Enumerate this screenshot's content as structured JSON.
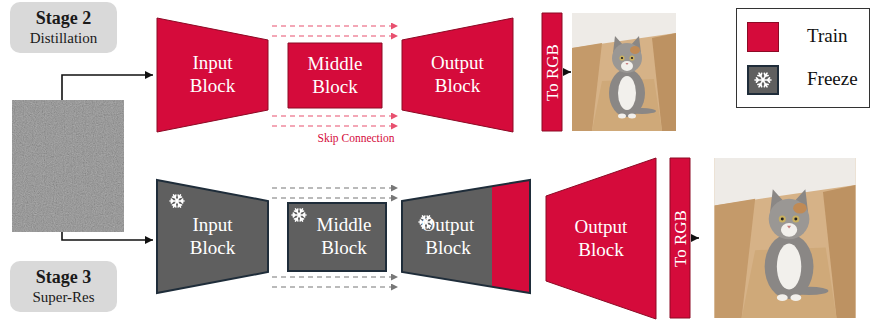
{
  "diagram": {
    "nodes": [
      {
        "text": [
          "Stage 2",
          "Distillation"
        ]
      },
      {
        "text": [
          "Input Block"
        ]
      },
      {
        "text": [
          "Middle Block"
        ]
      },
      {
        "text": [
          "Output Block"
        ]
      },
      {
        "text": [
          "To RGB"
        ]
      },
      {
        "text": [
          "Stage 3",
          "Super-Res"
        ]
      },
      {
        "text": [
          "Input Block"
        ]
      },
      {
        "text": [
          "Middle Block"
        ]
      },
      {
        "text": [
          "Output Block"
        ]
      },
      {
        "text": [
          "Output Block"
        ]
      },
      {
        "text": [
          "To RGB"
        ]
      }
    ],
    "edges": [
      {
        "from": 1,
        "to": 3,
        "arrow": "to"
      },
      {
        "from": 1,
        "to": 3,
        "arrow": "to"
      },
      {
        "from": 1,
        "to": 3,
        "arrow": "to"
      },
      {
        "from": 1,
        "to": 3,
        "arrow": "to"
      },
      {
        "from": 6,
        "to": 8,
        "arrow": "to"
      },
      {
        "from": 6,
        "to": 8,
        "arrow": "to"
      },
      {
        "from": 6,
        "to": 8,
        "arrow": "to"
      },
      {
        "from": 6,
        "to": 8,
        "arrow": "to"
      }
    ],
    "labels": [
      "Skip Connection"
    ],
    "legend": [
      {
        "text": "Train",
        "color": "#d50b3b"
      },
      {
        "text": "Freeze",
        "color": "#5f5f5f"
      }
    ]
  }
}
